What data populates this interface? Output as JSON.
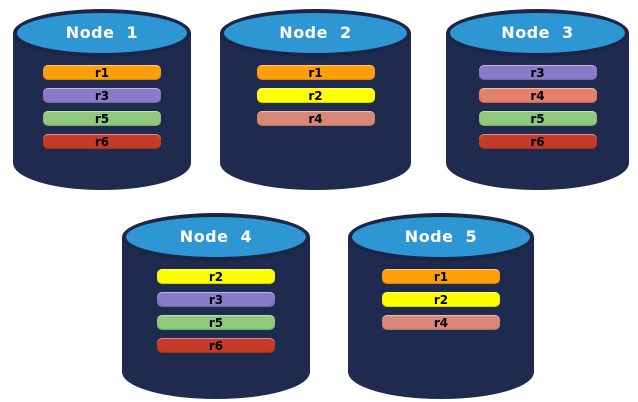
{
  "colors": {
    "background": "#FFFFFF",
    "cylinder_body": "#1E2A4E",
    "cylinder_top": "#2E97D3",
    "cylinder_ring": "#1A2547",
    "node_title_text": "#FFFFFF",
    "replica_label_text": "#000000",
    "replica_r1": "#FFA00A",
    "replica_r2": "#FFFF00",
    "replica_r3": "#8A7BC8",
    "replica_r4": "#DE8572",
    "replica_r5": "#90C97E",
    "replica_r6": "#C53A28"
  },
  "nodes": [
    {
      "name": "Node 1",
      "replicas": [
        {
          "label": "r1",
          "color": "#FFA00A"
        },
        {
          "label": "r3",
          "color": "#8A7BC8"
        },
        {
          "label": "r5",
          "color": "#90C97E"
        },
        {
          "label": "r6",
          "color": "#C53A28"
        }
      ]
    },
    {
      "name": "Node 2",
      "replicas": [
        {
          "label": "r1",
          "color": "#FFA00A"
        },
        {
          "label": "r2",
          "color": "#FFFF00"
        },
        {
          "label": "r4",
          "color": "#D98878"
        }
      ]
    },
    {
      "name": "Node 3",
      "replicas": [
        {
          "label": "r3",
          "color": "#8A7BC8"
        },
        {
          "label": "r4",
          "color": "#E5806A"
        },
        {
          "label": "r5",
          "color": "#90C97E"
        },
        {
          "label": "r6",
          "color": "#C53A28"
        }
      ]
    },
    {
      "name": "Node 4",
      "replicas": [
        {
          "label": "r2",
          "color": "#FFFF00"
        },
        {
          "label": "r3",
          "color": "#8A7BC8"
        },
        {
          "label": "r5",
          "color": "#90C97E"
        },
        {
          "label": "r6",
          "color": "#C53A28"
        }
      ]
    },
    {
      "name": "Node 5",
      "replicas": [
        {
          "label": "r1",
          "color": "#FFA00A"
        },
        {
          "label": "r2",
          "color": "#FFFF00"
        },
        {
          "label": "r4",
          "color": "#D98878"
        }
      ]
    }
  ]
}
